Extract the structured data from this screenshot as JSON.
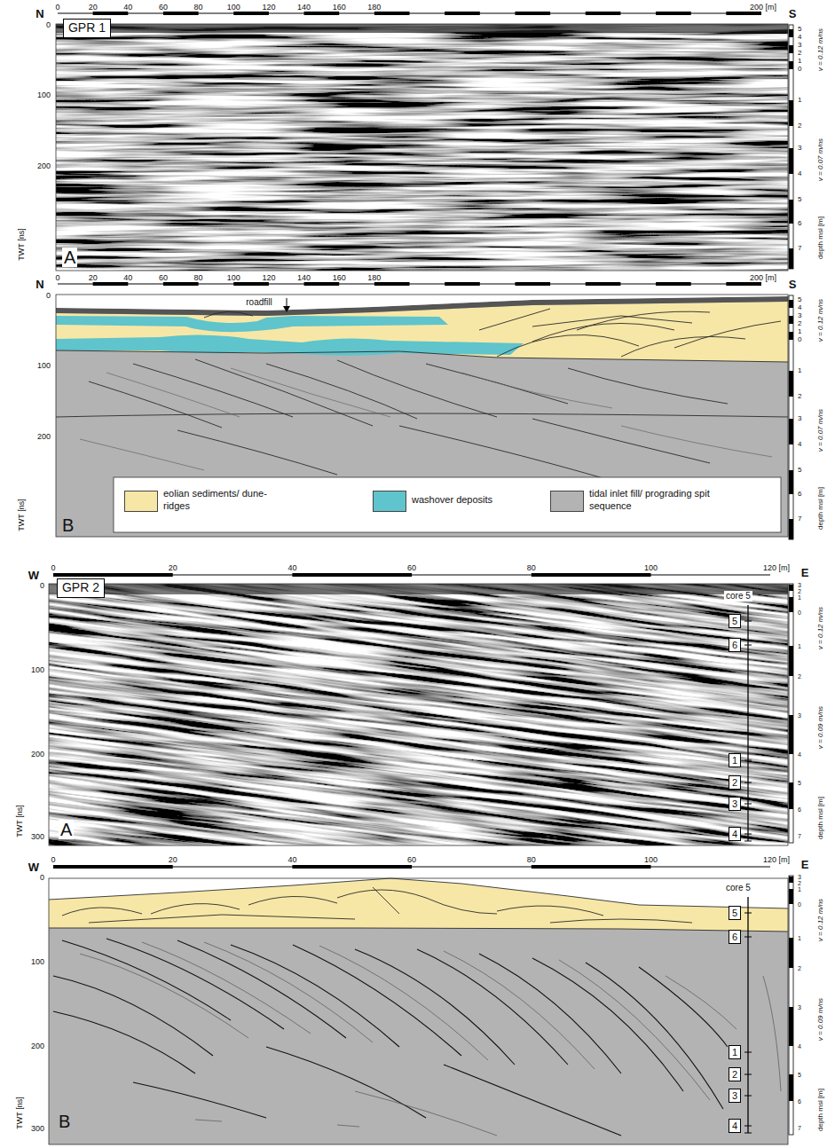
{
  "diagram": {
    "nodes": [
      {
        "text": [
          "GPR 1"
        ]
      },
      {
        "text": [
          "GPR 2"
        ]
      },
      {
        "text": [
          "5"
        ]
      },
      {
        "text": [
          "6"
        ]
      },
      {
        "text": [
          "1"
        ]
      },
      {
        "text": [
          "2"
        ]
      },
      {
        "text": [
          "3"
        ]
      },
      {
        "text": [
          "4"
        ]
      },
      {
        "text": [
          "5"
        ]
      },
      {
        "text": [
          "6"
        ]
      },
      {
        "text": [
          "1"
        ]
      },
      {
        "text": [
          "2"
        ]
      },
      {
        "text": [
          "3"
        ]
      },
      {
        "text": [
          "4"
        ]
      }
    ],
    "labels": [
      "N",
      "0",
      "20",
      "40",
      "60",
      "80",
      "100",
      "120",
      "140",
      "160",
      "180",
      "200 [m]",
      "S",
      "0",
      "100",
      "200",
      "TWT [ns]",
      "A",
      "5",
      "4",
      "3",
      "2",
      "1",
      "0",
      "1",
      "2",
      "3",
      "4",
      "5",
      "6",
      "7",
      "v = 0.12 m/ns",
      "v = 0.07 m/ns",
      "depth msl [m]",
      "N",
      "0",
      "20",
      "40",
      "60",
      "80",
      "100",
      "120",
      "140",
      "160",
      "180",
      "200 [m]",
      "S",
      "0",
      "100",
      "200",
      "TWT [ns]",
      "B",
      "5",
      "4",
      "3",
      "2",
      "1",
      "0",
      "1",
      "2",
      "3",
      "4",
      "5",
      "6",
      "7",
      "v = 0.12 m/ns",
      "v = 0.07 m/ns",
      "depth msl [m]",
      "roadfill",
      "W",
      "0",
      "20",
      "40",
      "60",
      "80",
      "100",
      "120 [m]",
      "E",
      "0",
      "100",
      "200",
      "300",
      "TWT [ns]",
      "A",
      "core 5",
      "3",
      "2",
      "1",
      "0",
      "1",
      "2",
      "3",
      "4",
      "5",
      "6",
      "7",
      "v = 0.12 m/ns",
      "v = 0.09 m/ns",
      "depth msl [m]",
      "W",
      "0",
      "20",
      "40",
      "60",
      "80",
      "100",
      "120 [m]",
      "E",
      "0",
      "100",
      "200",
      "300",
      "TWT [ns]",
      "B",
      "core 5",
      "3",
      "2",
      "1",
      "0",
      "1",
      "2",
      "3",
      "4",
      "5",
      "6",
      "7",
      "v = 0.12 m/ns",
      "v = 0.09 m/ns",
      "depth msl [m]"
    ],
    "legend": [
      {
        "text": "eolian sediments/ dune-ridges",
        "color": "#f7e7a6"
      },
      {
        "text": "washover deposits",
        "color": "#5fc4cc"
      },
      {
        "text": "tidal inlet fill/ prograding spit sequence",
        "color": "#b3b3b3"
      }
    ]
  }
}
